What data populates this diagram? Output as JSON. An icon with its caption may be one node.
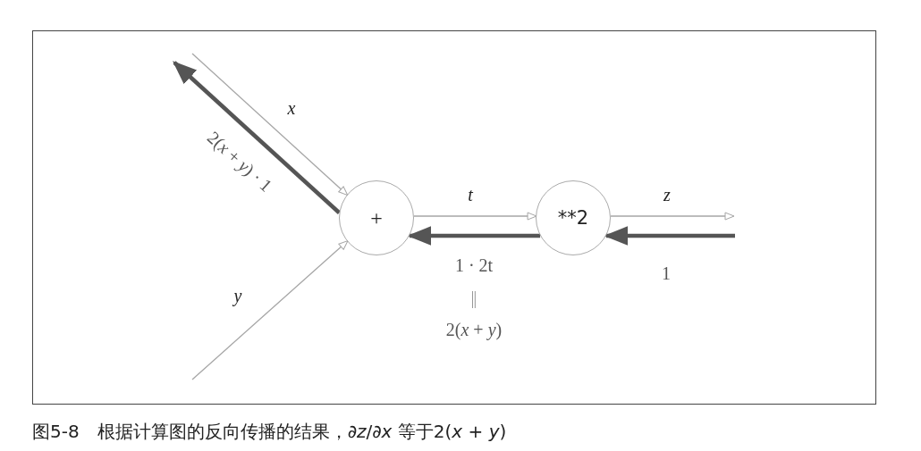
{
  "diagram": {
    "caption": "图5-8　根据计算图的反向传播的结果，∂*z*/∂*x* 等于2(*x* + *y*)",
    "nodes": [
      {
        "text": [
          "+"
        ]
      },
      {
        "text": [
          "**2"
        ]
      }
    ],
    "edges": [
      {
        "from": null,
        "to": 0,
        "arrow": "to",
        "label": "*x*"
      },
      {
        "from": 0,
        "to": null,
        "arrow": "to",
        "label": "2(*x* + *y*) · 1",
        "style": "thick",
        "color": "#555555"
      },
      {
        "from": null,
        "to": 0,
        "arrow": "to",
        "label": "*y*"
      },
      {
        "from": 0,
        "to": 1,
        "arrow": "to",
        "label": "*t*"
      },
      {
        "from": 1,
        "to": 0,
        "arrow": "to",
        "label": "1 · 2t",
        "style": "thick",
        "color": "#555555"
      },
      {
        "from": 1,
        "to": null,
        "arrow": "to",
        "label": "*z*"
      },
      {
        "from": null,
        "to": 1,
        "arrow": "to",
        "label": "1",
        "style": "thick",
        "color": "#555555"
      }
    ],
    "labels": [
      "||",
      "2(*x* + *y*)"
    ]
  }
}
